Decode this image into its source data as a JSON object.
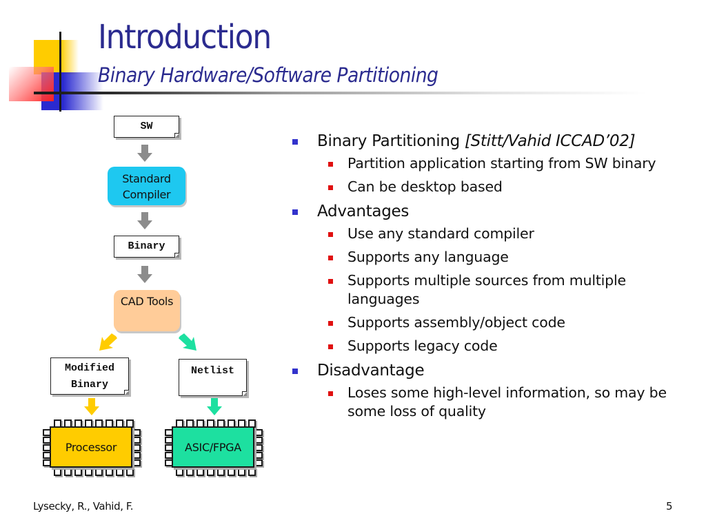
{
  "slide": {
    "title": "Introduction",
    "subtitle": "Binary Hardware/Software Partitioning",
    "footer_author": "Lysecky, R., Vahid, F.",
    "page_number": "5"
  },
  "colors": {
    "title": "#2b2b8f",
    "bullet_level1": "#3333cc",
    "bullet_level2": "#e01010",
    "compiler_box": "#1ec8f0",
    "cad_box": "#ffcc99",
    "processor": "#ffcc00",
    "asic": "#1de0a0",
    "gray_arrow": "#8c8c8c"
  },
  "diagram": {
    "sw_label": "SW",
    "compiler_label": "Standard Compiler",
    "binary_label": "Binary",
    "cad_label": "CAD Tools",
    "modified_binary_line1": "Modified",
    "modified_binary_line2": "Binary",
    "netlist_label": "Netlist",
    "processor_label": "Processor",
    "asic_label": "ASIC/FPGA"
  },
  "bullets": [
    {
      "text": "Binary Partitioning ",
      "citation": "[Stitt/Vahid ICCAD’02]",
      "children": [
        "Partition application starting from SW binary",
        "Can be desktop based"
      ]
    },
    {
      "text": "Advantages",
      "citation": "",
      "children": [
        "Use any standard compiler",
        "Supports any language",
        "Supports multiple sources from multiple languages",
        "Supports assembly/object code",
        "Supports legacy code"
      ]
    },
    {
      "text": "Disadvantage",
      "citation": "",
      "children": [
        "Loses some high-level information, so may be some loss of quality"
      ]
    }
  ]
}
